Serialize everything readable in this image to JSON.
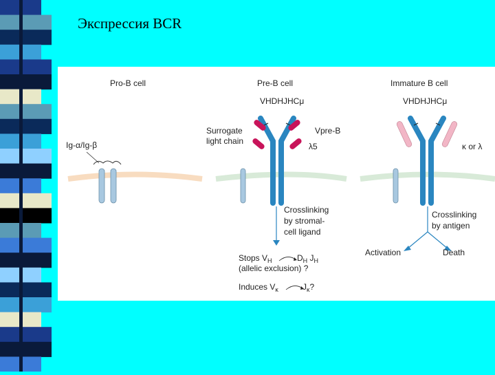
{
  "slide": {
    "title": "Экспрессия BCR"
  },
  "stripe_colors": [
    "#1a3a8a",
    "#5b9bb5",
    "#0a2a5a",
    "#3ba0d8",
    "#1a3a8a",
    "#0a1a3a",
    "#e8e8c8",
    "#5b9bb5",
    "#0a2a5a",
    "#3ba0d8",
    "#8fd0ff",
    "#0a1a3a",
    "#3b7bd8",
    "#e8e8c8",
    "#000000",
    "#5b9bb5",
    "#3b7bd8",
    "#0a1a3a",
    "#8fd0ff",
    "#0a2a5a",
    "#3ba0d8",
    "#e8e8c8",
    "#1a3a8a",
    "#0a1a3a",
    "#3b7bd8"
  ],
  "figure": {
    "headings": {
      "pro_b": "Pro-B cell",
      "pre_b": "Pre-B cell",
      "immature_b": "Immature B cell"
    },
    "pro_b_label": "Ig-α/Ig-β",
    "pre_b_heavy_chain": "VHDHJHCμ",
    "immature_heavy_chain": "VHDHJHCμ",
    "surrogate_line1": "Surrogate",
    "surrogate_line2": "light chain",
    "vpre_b": "Vpre-B",
    "lambda5": "λ5",
    "kappa_lambda": "κ or λ",
    "crosslink_pre_1": "Crosslinking",
    "crosslink_pre_2": "by stromal-",
    "crosslink_pre_3": "cell ligand",
    "crosslink_imm_1": "Crosslinking",
    "crosslink_imm_2": "by antigen",
    "activation": "Activation",
    "death": "Death",
    "stops_prefix": "Stops V",
    "stops_dh": "D",
    "allelic": "(allelic exclusion) ?",
    "induces_prefix": "Induces V",
    "induces_j": "J",
    "induces_end": "?",
    "sub_h": "H",
    "sub_k": "κ"
  },
  "colors": {
    "background": "#00FFFF",
    "receptor_blue": "#2a86c0",
    "ig_light_blue": "#a8c8e0",
    "surrogate_magenta": "#c8145a",
    "kappa_pink": "#f2b6c6",
    "membrane_pro": "#f8dcc0",
    "membrane_other": "#d8ead8",
    "arrow_blue": "#2a86c0"
  }
}
